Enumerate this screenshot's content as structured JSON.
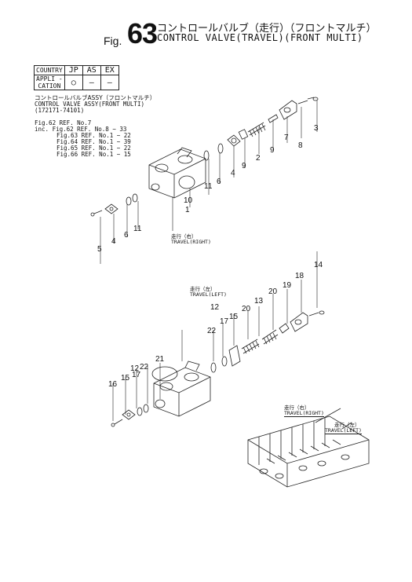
{
  "header": {
    "fig_prefix": "Fig.",
    "fig_number": "63",
    "title_jp": "コントロールバルブ（走行）（フロントマルチ）",
    "title_en": "CONTROL VALVE(TRAVEL)(FRONT MULTI)"
  },
  "applicability": {
    "country_label": "COUNTRY",
    "countries": [
      "JP",
      "AS",
      "EX"
    ],
    "application_label_1": "APPLI -",
    "application_label_2": "CATION",
    "marks": [
      "○",
      "—",
      "—"
    ]
  },
  "assembly": {
    "name_jp": "コントロールバルブASSY（フロントマルチ）",
    "name_en": "CONTROL VALVE ASSY(FRONT MULTI)",
    "part_number": "(172171-74101)",
    "refs": [
      "Fig.62 REF. No.7",
      "inc. Fig.62 REF. No.8 ~ 33",
      "Fig.63 REF. No.1 ~ 22",
      "Fig.64 REF. No.1 ~ 39",
      "Fig.65 REF. No.1 ~ 22",
      "Fig.66 REF. No.1 ~ 15"
    ]
  },
  "views": {
    "travel_right_jp": "走行（右）",
    "travel_right_en": "TRAVEL(RIGHT)",
    "travel_left_jp": "走行（左）",
    "travel_left_en": "TRAVEL(LEFT)",
    "inset_right_jp": "走行（右）",
    "inset_right_en": "TRAVEL(RIGHT)",
    "inset_left_jp": "走行（左）",
    "inset_left_en": "TRAVEL(LEFT)"
  },
  "callouts_upper": [
    "1",
    "2",
    "3",
    "4",
    "5",
    "6",
    "7",
    "8",
    "9",
    "10",
    "11",
    "4",
    "6",
    "9",
    "11"
  ],
  "callouts_lower": [
    "12",
    "13",
    "14",
    "15",
    "16",
    "17",
    "18",
    "19",
    "20",
    "21",
    "22",
    "12",
    "15",
    "17",
    "20",
    "22"
  ]
}
